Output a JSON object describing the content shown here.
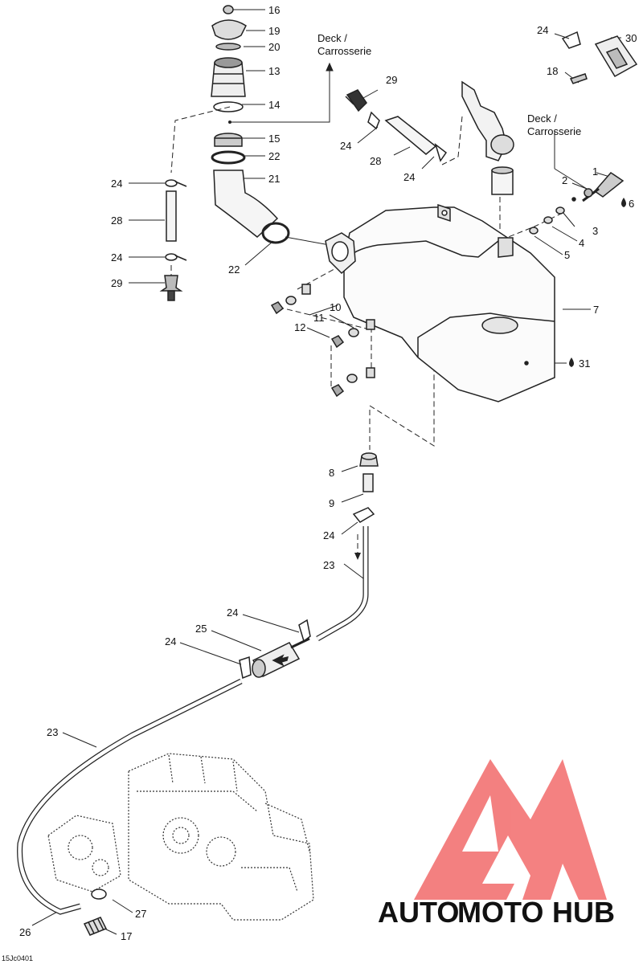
{
  "callouts": {
    "c1": "1",
    "c2": "2",
    "c3": "3",
    "c4": "4",
    "c5": "5",
    "c6": "6",
    "c7": "7",
    "c8": "8",
    "c9": "9",
    "c10": "10",
    "c11": "11",
    "c12": "12",
    "c13": "13",
    "c14": "14",
    "c15": "15",
    "c16": "16",
    "c17": "17",
    "c18": "18",
    "c19": "19",
    "c20": "20",
    "c21": "21",
    "c22a": "22",
    "c22b": "22",
    "c23a": "23",
    "c23b": "23",
    "c24a": "24",
    "c24b": "24",
    "c24c": "24",
    "c24d": "24",
    "c24e": "24",
    "c24f": "24",
    "c24g": "24",
    "c24h": "24",
    "c25": "25",
    "c26": "26",
    "c27": "27",
    "c28a": "28",
    "c28b": "28",
    "c29a": "29",
    "c29b": "29",
    "c30": "30",
    "c31": "31"
  },
  "notes": {
    "deck_1_line1": "Deck /",
    "deck_1_line2": "Carrosserie",
    "deck_2_line1": "Deck /",
    "deck_2_line2": "Carrosserie"
  },
  "figure_code": "15Jc0401",
  "watermark": {
    "part1": "AUTO",
    "part2": "MOTO",
    "part3": "HUB",
    "color_auto": "#f4b87a",
    "color_moto": "#f28b8b",
    "color_hub": "#8a8a8a",
    "logo_color": "#f26b6b"
  }
}
